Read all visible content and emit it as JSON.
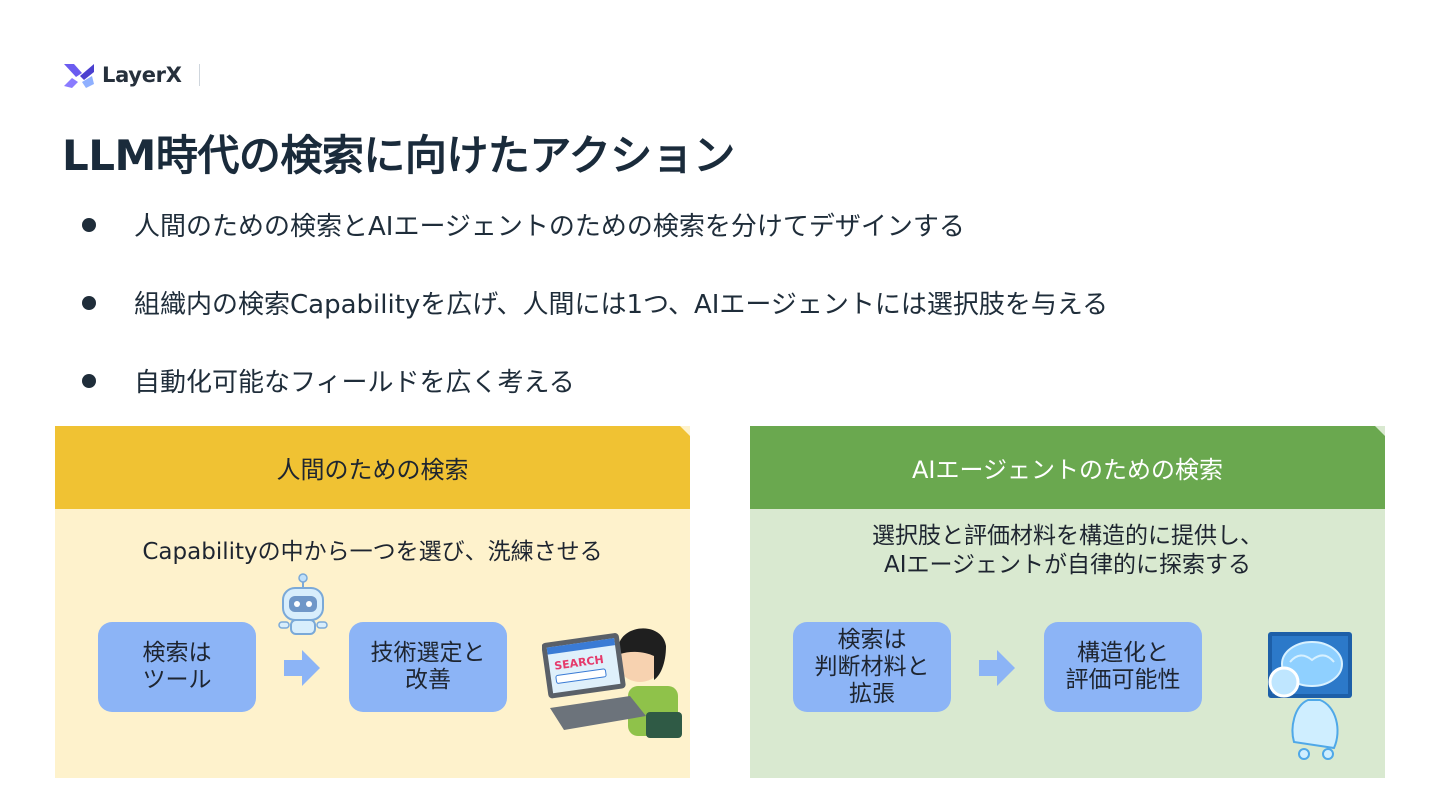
{
  "header": {
    "logo_text": "LayerX"
  },
  "title": "LLM時代の検索に向けたアクション",
  "bullets": [
    "人間のための検索とAIエージェントのための検索を分けてデザインする",
    "組織内の検索Capabilityを広げ、人間には1つ、AIエージェントには選択肢を与える",
    "自動化可能なフィールドを広く考える"
  ],
  "left_panel": {
    "heading": "人間のための検索",
    "subtitle": "Capabilityの中から一つを選び、洗練させる",
    "box1": "検索は\nツール",
    "box2": "技術選定と\n改善",
    "laptop_text": "SEARCH"
  },
  "right_panel": {
    "heading": "AIエージェントのための検索",
    "subtitle": "選択肢と評価材料を構造的に提供し、\nAIエージェントが自律的に探索する",
    "box1": "検索は\n判断材料と\n拡張",
    "box2": "構造化と\n評価可能性"
  },
  "colors": {
    "left_header": "#f0c233",
    "left_body": "#fef2cc",
    "right_header": "#6aa84f",
    "right_body": "#d9e9d0",
    "box": "#8cb4f6",
    "arrow": "#8cb4f6",
    "logo_accent": "#6b5cf0"
  },
  "icons": [
    "layerx-logo-icon",
    "robot-icon",
    "arrow-right-icon",
    "person-laptop-icon",
    "ai-brain-icon"
  ]
}
